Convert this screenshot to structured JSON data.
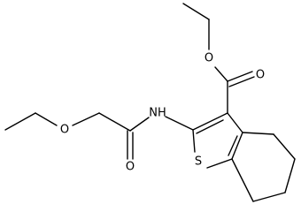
{
  "molecule": {
    "atoms": [
      {
        "id": "o-ester-single",
        "label": "O"
      },
      {
        "id": "o-ester-double",
        "label": "O"
      },
      {
        "id": "n-amide",
        "label": "NH"
      },
      {
        "id": "o-ether",
        "label": "O"
      },
      {
        "id": "o-amide",
        "label": "O"
      },
      {
        "id": "s-thiophene",
        "label": "S"
      }
    ]
  },
  "colors": {
    "bond": "#000000",
    "background": "#ffffff"
  }
}
